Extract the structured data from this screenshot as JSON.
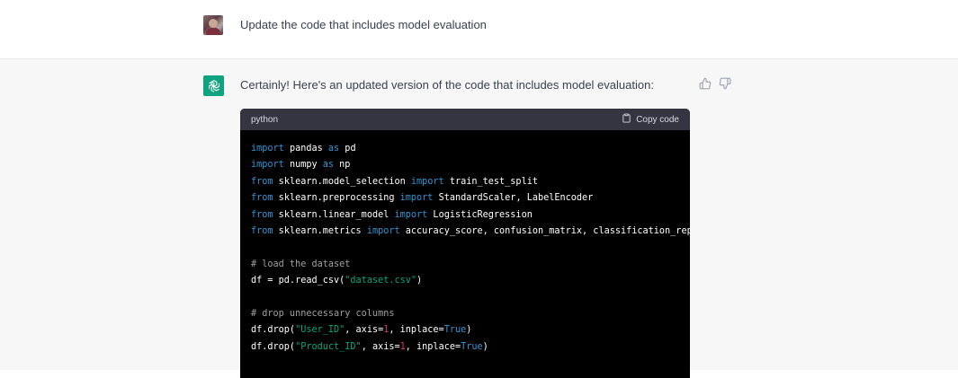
{
  "user_message": {
    "text": "Update the code that includes model evaluation"
  },
  "assistant_message": {
    "text": "Certainly! Here's an updated version of the code that includes model evaluation:",
    "feedback_icons": [
      "thumbs-up-icon",
      "thumbs-down-icon"
    ]
  },
  "code_block": {
    "language": "python",
    "copy_label": "Copy code",
    "lines": [
      [
        {
          "t": "import",
          "c": "kw"
        },
        {
          "t": " pandas "
        },
        {
          "t": "as",
          "c": "kw"
        },
        {
          "t": " pd"
        }
      ],
      [
        {
          "t": "import",
          "c": "kw"
        },
        {
          "t": " numpy "
        },
        {
          "t": "as",
          "c": "kw"
        },
        {
          "t": " np"
        }
      ],
      [
        {
          "t": "from",
          "c": "kw"
        },
        {
          "t": " sklearn.model_selection "
        },
        {
          "t": "import",
          "c": "kw"
        },
        {
          "t": " train_test_split"
        }
      ],
      [
        {
          "t": "from",
          "c": "kw"
        },
        {
          "t": " sklearn.preprocessing "
        },
        {
          "t": "import",
          "c": "kw"
        },
        {
          "t": " StandardScaler, LabelEncoder"
        }
      ],
      [
        {
          "t": "from",
          "c": "kw"
        },
        {
          "t": " sklearn.linear_model "
        },
        {
          "t": "import",
          "c": "kw"
        },
        {
          "t": " LogisticRegression"
        }
      ],
      [
        {
          "t": "from",
          "c": "kw"
        },
        {
          "t": " sklearn.metrics "
        },
        {
          "t": "import",
          "c": "kw"
        },
        {
          "t": " accuracy_score, confusion_matrix, classification_report"
        }
      ],
      [],
      [
        {
          "t": "# load the dataset",
          "c": "com"
        }
      ],
      [
        {
          "t": "df = pd.read_csv("
        },
        {
          "t": "\"dataset.csv\"",
          "c": "str"
        },
        {
          "t": ")"
        }
      ],
      [],
      [
        {
          "t": "# drop unnecessary columns",
          "c": "com"
        }
      ],
      [
        {
          "t": "df.drop("
        },
        {
          "t": "\"User_ID\"",
          "c": "str"
        },
        {
          "t": ", axis="
        },
        {
          "t": "1",
          "c": "num"
        },
        {
          "t": ", inplace="
        },
        {
          "t": "True",
          "c": "kw"
        },
        {
          "t": ")"
        }
      ],
      [
        {
          "t": "df.drop("
        },
        {
          "t": "\"Product_ID\"",
          "c": "str"
        },
        {
          "t": ", axis="
        },
        {
          "t": "1",
          "c": "num"
        },
        {
          "t": ", inplace="
        },
        {
          "t": "True",
          "c": "kw"
        },
        {
          "t": ")"
        }
      ]
    ]
  },
  "colors": {
    "brand": "#10a37f",
    "code_bg": "#000000",
    "code_header_bg": "#343541",
    "keyword": "#2e95d3",
    "string": "#00a67d",
    "comment": "#a0a0a0",
    "number": "#df3079"
  }
}
